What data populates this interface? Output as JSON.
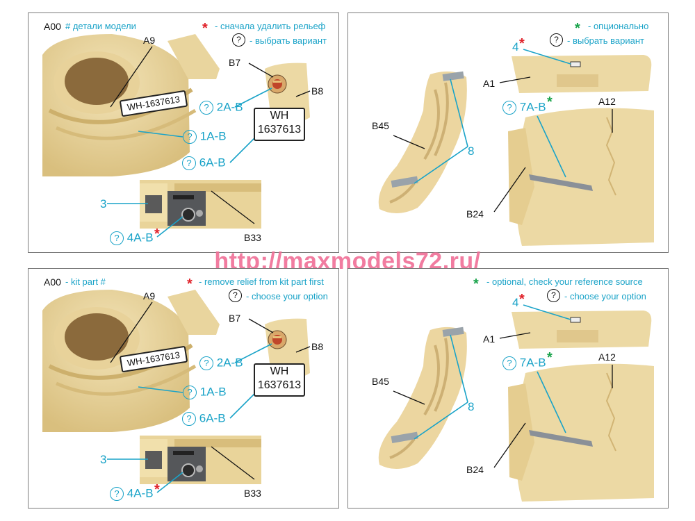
{
  "panels": [
    {
      "id": "top-left",
      "code": "A00",
      "legend_part": "# детали модели",
      "legend_relief": "- сначала удалить рельеф",
      "legend_choose": "- выбрать вариант",
      "labels": {
        "a9": "A9",
        "b7": "B7",
        "b8": "B8",
        "b33": "B33",
        "c3": "3",
        "c1": "1A-B",
        "c2": "2A-B",
        "c6": "6A-B",
        "c4": "4A-B"
      },
      "plate_long": "WH-1637613",
      "plate_top": "WH",
      "plate_bottom": "1637613"
    },
    {
      "id": "top-right",
      "legend_optional": "- опционально",
      "legend_choose": "- выбрать вариант",
      "labels": {
        "c4": "4",
        "a1": "A1",
        "c7": "7A-B",
        "a12": "A12",
        "b45": "B45",
        "c8": "8",
        "b24": "B24"
      }
    },
    {
      "id": "bottom-left",
      "code": "A00",
      "legend_part": "- kit part #",
      "legend_relief": "- remove relief from kit part first",
      "legend_choose": "- choose your option",
      "labels": {
        "a9": "A9",
        "b7": "B7",
        "b8": "B8",
        "b33": "B33",
        "c3": "3",
        "c1": "1A-B",
        "c2": "2A-B",
        "c6": "6A-B",
        "c4": "4A-B"
      },
      "plate_long": "WH-1637613",
      "plate_top": "WH",
      "plate_bottom": "1637613"
    },
    {
      "id": "bottom-right",
      "legend_optional": "- optional, check your reference source",
      "legend_choose": "- choose your option",
      "labels": {
        "c4": "4",
        "a1": "A1",
        "c7": "7A-B",
        "a12": "A12",
        "b45": "B45",
        "c8": "8",
        "b24": "B24"
      }
    }
  ],
  "symbols": {
    "asterisk": "*",
    "question": "?"
  },
  "watermark": "http://maxmodels72.ru/",
  "colors": {
    "callout": "#1aa3c8",
    "relief_mark": "#e0222a",
    "optional_mark": "#18a34a",
    "resin": "#ecd9a4",
    "watermark": "#f06e96"
  }
}
